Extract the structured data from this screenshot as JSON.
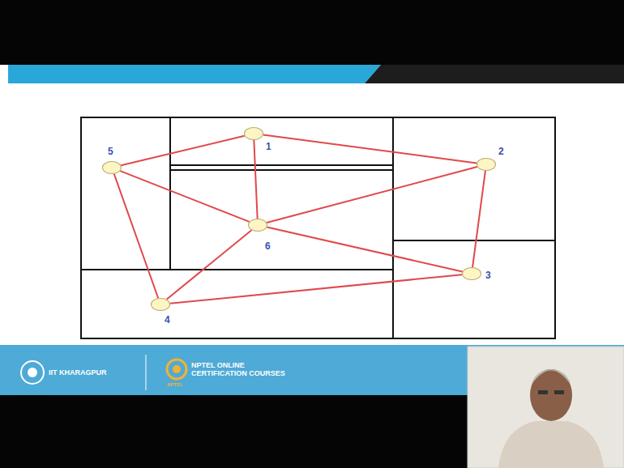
{
  "diagram": {
    "nodes": [
      {
        "text": [
          "1"
        ]
      },
      {
        "text": [
          "2"
        ]
      },
      {
        "text": [
          "3"
        ]
      },
      {
        "text": [
          "4"
        ]
      },
      {
        "text": [
          "5"
        ]
      },
      {
        "text": [
          "6"
        ]
      }
    ],
    "edges": [
      {
        "from": 4,
        "to": 0,
        "arrow": "none"
      },
      {
        "from": 0,
        "to": 1,
        "arrow": "none"
      },
      {
        "from": 0,
        "to": 5,
        "arrow": "none"
      },
      {
        "from": 4,
        "to": 5,
        "arrow": "none"
      },
      {
        "from": 4,
        "to": 3,
        "arrow": "none"
      },
      {
        "from": 5,
        "to": 1,
        "arrow": "none"
      },
      {
        "from": 5,
        "to": 2,
        "arrow": "none"
      },
      {
        "from": 5,
        "to": 3,
        "arrow": "none"
      },
      {
        "from": 1,
        "to": 2,
        "arrow": "none"
      },
      {
        "from": 3,
        "to": 2,
        "arrow": "none"
      }
    ],
    "labels": [
      "IIT KHARAGPUR",
      "NPTEL ONLINE CERTIFICATION COURSES",
      "NPTEL"
    ]
  }
}
